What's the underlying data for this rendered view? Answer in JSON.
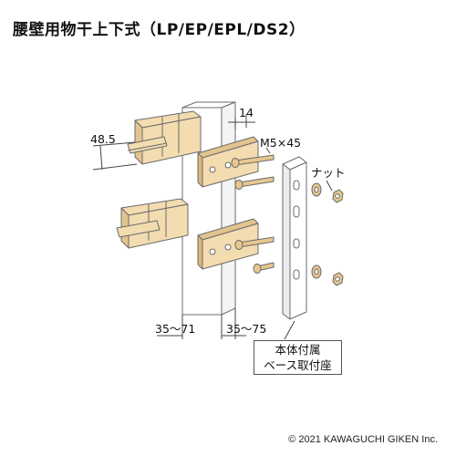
{
  "title": "腰壁用物干上下式（LP/EP/EPL/DS2）",
  "labels": {
    "dim_top": "14",
    "dim_left": "48.5",
    "screw": "M5×45",
    "nut": "ナット",
    "dim_post_a": "35～71",
    "dim_post_b": "35～75"
  },
  "callout": {
    "line1": "本体付属",
    "line2": "ベース取付座"
  },
  "copyright": "© 2021 KAWAGUCHI GIKEN Inc.",
  "colors": {
    "bracket": "#f2dcb0",
    "bracket_dark": "#e2c48e",
    "outline": "#6b6b6b",
    "post": "#ffffff",
    "hardware": "#e8c78f"
  }
}
